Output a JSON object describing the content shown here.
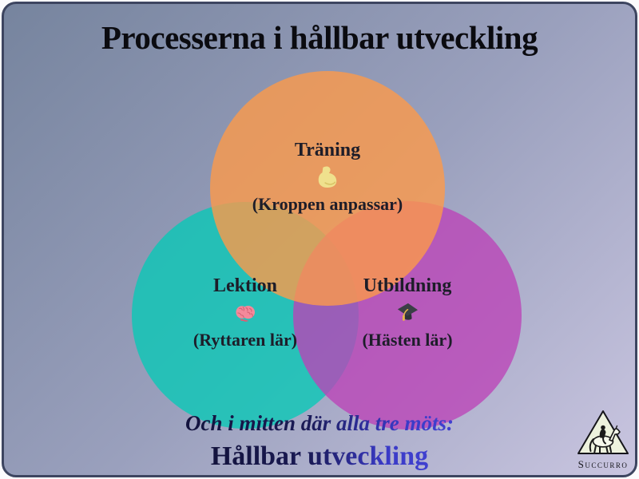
{
  "page": {
    "title": "Processerna i hållbar utveckling"
  },
  "circles": {
    "top": {
      "label": "Träning",
      "sublabel": "(Kroppen anpassar)",
      "icon": "muscle-icon",
      "color": "#e59a62"
    },
    "left": {
      "label": "Lektion",
      "sublabel": "(Ryttaren lär)",
      "icon": "brain-icon",
      "color": "#26bfb7"
    },
    "right": {
      "label": "Utbildning",
      "sublabel": "(Hästen lär)",
      "icon": "graduation-cap-icon",
      "color": "#b85abc"
    }
  },
  "footer": {
    "lead_line": "Och i mitten där alla tre möts:",
    "highlight_line": "Hållbar utveckling"
  },
  "logo": {
    "name": "Succurro"
  },
  "colors": {
    "background_top_left": "#76849e",
    "background_bottom_right": "#c9c5e0",
    "panel_border": "#3d4560",
    "overlap_top_left": "#b8a464",
    "overlap_top_right": "#e08a70",
    "overlap_left_right": "#865eb2",
    "text_dark": "#1d1d29",
    "text_blue": "#3a3ac6",
    "title_black": "#0b0b10"
  }
}
